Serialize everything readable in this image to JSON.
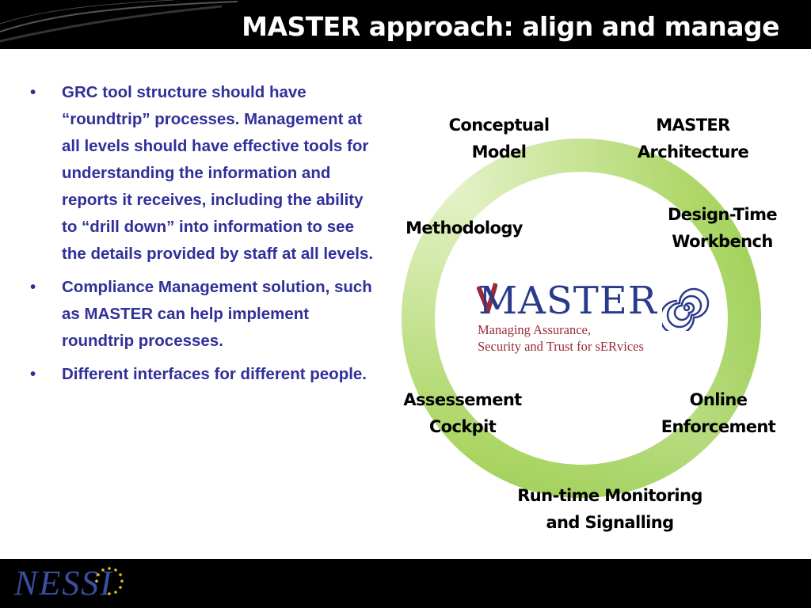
{
  "slide": {
    "title": "MASTER approach: align and manage",
    "bullets": [
      {
        "marker": "•",
        "text": "GRC tool structure should have “roundtrip” processes. Management at all levels should have effective tools for understanding the information and reports it receives, including the ability to “drill down” into information to see the details provided by staff at all levels."
      },
      {
        "marker": "•",
        "text": "Compliance Management solution, such as MASTER can help implement roundtrip processes."
      },
      {
        "marker": "•",
        "text": "Different interfaces for different people."
      }
    ]
  },
  "cycle": {
    "ring_color": "#8dc63f",
    "labels": {
      "conceptual_model": "Conceptual\nModel",
      "master_architecture": "MASTER\nArchitecture",
      "methodology": "Methodology",
      "design_time_workbench": "Design-Time\nWorkbench",
      "assessement_cockpit": "Assessement\nCockpit",
      "online_enforcement": "Online\nEnforcement",
      "runtime_monitoring": "Run-time Monitoring\nand Signalling"
    }
  },
  "logo": {
    "word": "MASTER",
    "line1": "Managing Assurance,",
    "line2": "Security and Trust for sERvices"
  },
  "footer": {
    "logo_text": "NESSI"
  },
  "colors": {
    "bullet_text": "#30309a",
    "header_bg": "#000000",
    "title_text": "#ffffff"
  }
}
